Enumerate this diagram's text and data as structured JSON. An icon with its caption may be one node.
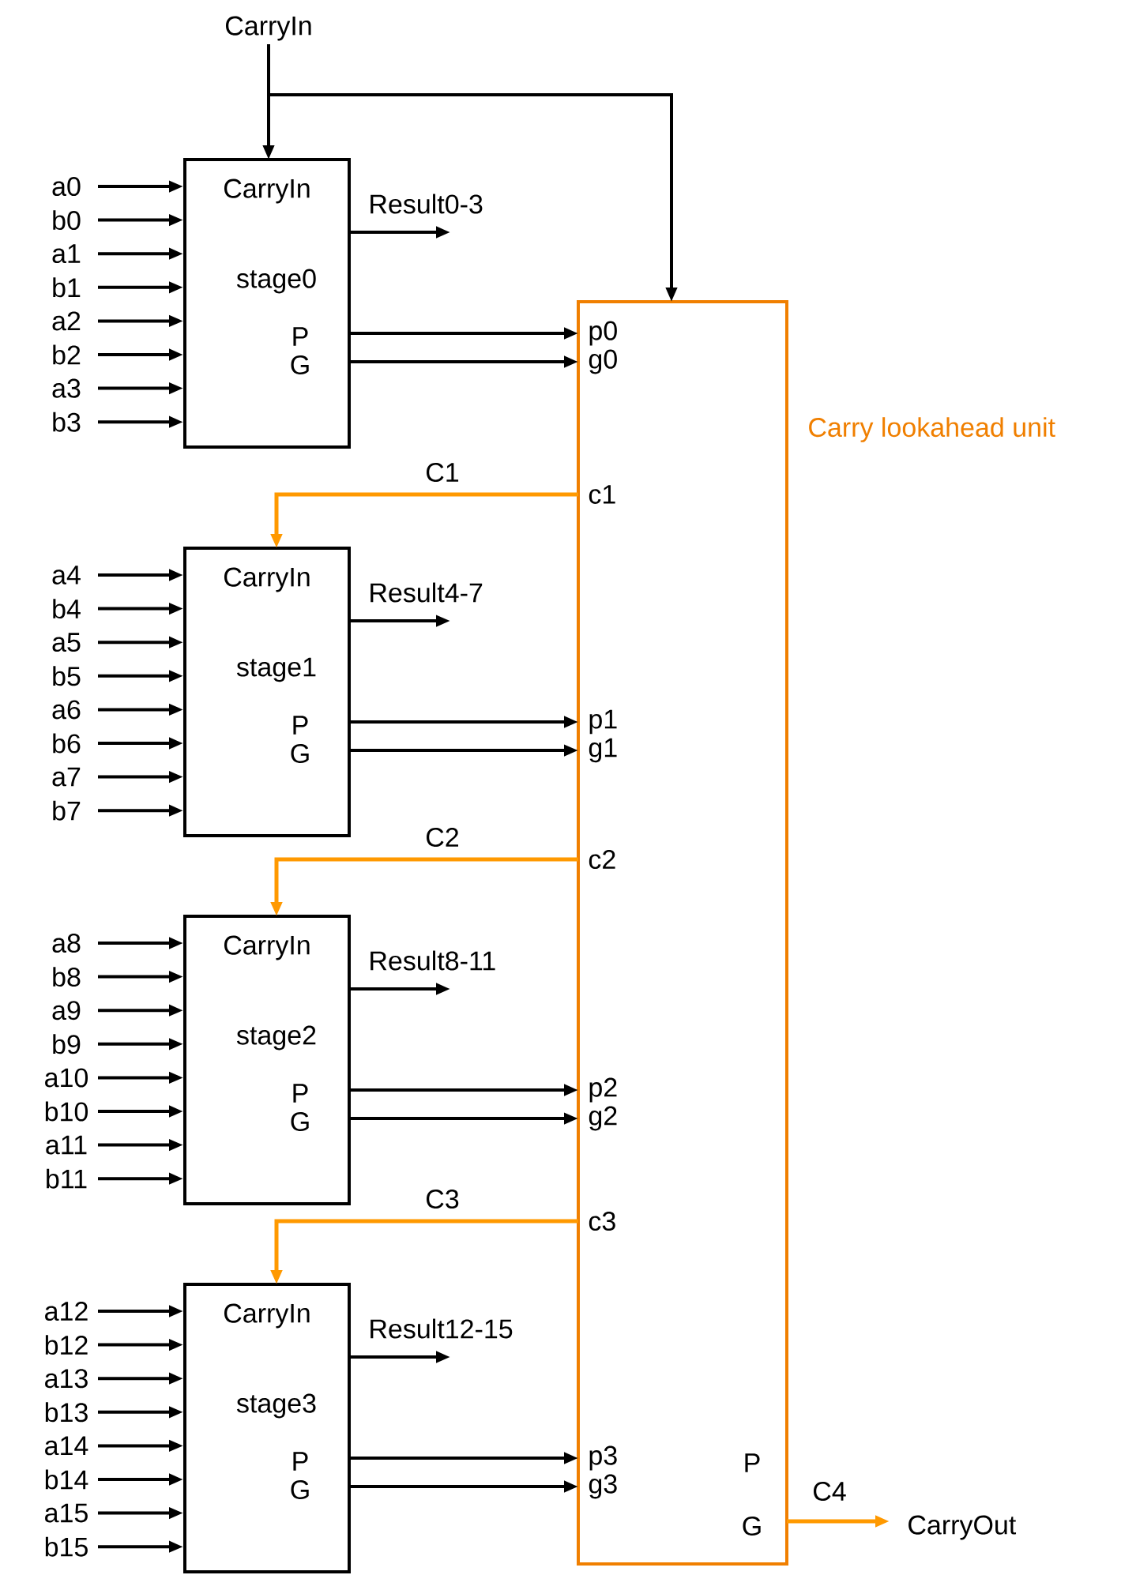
{
  "diagram": {
    "nodes": [
      {
        "text": [
          "CarryIn"
        ]
      },
      {
        "text": [
          "CarryIn",
          "stage0",
          "P",
          "G"
        ]
      },
      {
        "text": [
          "CarryIn",
          "stage1",
          "P",
          "G"
        ]
      },
      {
        "text": [
          "CarryIn",
          "stage2",
          "P",
          "G"
        ]
      },
      {
        "text": [
          "CarryIn",
          "stage3",
          "P",
          "G"
        ]
      },
      {
        "text": [
          "Carry lookahead unit",
          "p0",
          "g0",
          "c1",
          "p1",
          "g1",
          "c2",
          "p2",
          "g2",
          "c3",
          "p3",
          "g3",
          "P",
          "G"
        ]
      },
      {
        "text": [
          "CarryOut"
        ]
      },
      {
        "text": [
          "a0"
        ]
      },
      {
        "text": [
          "b0"
        ]
      },
      {
        "text": [
          "a1"
        ]
      },
      {
        "text": [
          "b1"
        ]
      },
      {
        "text": [
          "a2"
        ]
      },
      {
        "text": [
          "b2"
        ]
      },
      {
        "text": [
          "a3"
        ]
      },
      {
        "text": [
          "b3"
        ]
      },
      {
        "text": [
          "a4"
        ]
      },
      {
        "text": [
          "b4"
        ]
      },
      {
        "text": [
          "a5"
        ]
      },
      {
        "text": [
          "b5"
        ]
      },
      {
        "text": [
          "a6"
        ]
      },
      {
        "text": [
          "b6"
        ]
      },
      {
        "text": [
          "a7"
        ]
      },
      {
        "text": [
          "b7"
        ]
      },
      {
        "text": [
          "a8"
        ]
      },
      {
        "text": [
          "b8"
        ]
      },
      {
        "text": [
          "a9"
        ]
      },
      {
        "text": [
          "b9"
        ]
      },
      {
        "text": [
          "a10"
        ]
      },
      {
        "text": [
          "b10"
        ]
      },
      {
        "text": [
          "a11"
        ]
      },
      {
        "text": [
          "b11"
        ]
      },
      {
        "text": [
          "a12"
        ]
      },
      {
        "text": [
          "b12"
        ]
      },
      {
        "text": [
          "a13"
        ]
      },
      {
        "text": [
          "b13"
        ]
      },
      {
        "text": [
          "a14"
        ]
      },
      {
        "text": [
          "b14"
        ]
      },
      {
        "text": [
          "a15"
        ]
      },
      {
        "text": [
          "b15"
        ]
      }
    ],
    "edges": [
      {
        "from": 0,
        "to": 1,
        "arrow": "to"
      },
      {
        "from": 0,
        "to": 5,
        "arrow": "to"
      },
      {
        "from": 1,
        "to": null,
        "arrow": "to",
        "label": "Result0-3"
      },
      {
        "from": 1,
        "to": 5,
        "arrow": "to"
      },
      {
        "from": 1,
        "to": 5,
        "arrow": "to"
      },
      {
        "from": 5,
        "to": 2,
        "arrow": "to",
        "label": "C1",
        "color": "#ff9900"
      },
      {
        "from": 2,
        "to": null,
        "arrow": "to",
        "label": "Result4-7"
      },
      {
        "from": 2,
        "to": 5,
        "arrow": "to"
      },
      {
        "from": 2,
        "to": 5,
        "arrow": "to"
      },
      {
        "from": 5,
        "to": 3,
        "arrow": "to",
        "label": "C2",
        "color": "#ff9900"
      },
      {
        "from": 3,
        "to": null,
        "arrow": "to",
        "label": "Result8-11"
      },
      {
        "from": 3,
        "to": 5,
        "arrow": "to"
      },
      {
        "from": 3,
        "to": 5,
        "arrow": "to"
      },
      {
        "from": 5,
        "to": 4,
        "arrow": "to",
        "label": "C3",
        "color": "#ff9900"
      },
      {
        "from": 4,
        "to": null,
        "arrow": "to",
        "label": "Result12-15"
      },
      {
        "from": 4,
        "to": 5,
        "arrow": "to"
      },
      {
        "from": 4,
        "to": 5,
        "arrow": "to"
      },
      {
        "from": 5,
        "to": 6,
        "arrow": "to",
        "label": "C4",
        "color": "#ff9900"
      },
      {
        "from": 7,
        "to": 1,
        "arrow": "to"
      },
      {
        "from": 8,
        "to": 1,
        "arrow": "to"
      },
      {
        "from": 9,
        "to": 1,
        "arrow": "to"
      },
      {
        "from": 10,
        "to": 1,
        "arrow": "to"
      },
      {
        "from": 11,
        "to": 1,
        "arrow": "to"
      },
      {
        "from": 12,
        "to": 1,
        "arrow": "to"
      },
      {
        "from": 13,
        "to": 1,
        "arrow": "to"
      },
      {
        "from": 14,
        "to": 1,
        "arrow": "to"
      },
      {
        "from": 15,
        "to": 2,
        "arrow": "to"
      },
      {
        "from": 16,
        "to": 2,
        "arrow": "to"
      },
      {
        "from": 17,
        "to": 2,
        "arrow": "to"
      },
      {
        "from": 18,
        "to": 2,
        "arrow": "to"
      },
      {
        "from": 19,
        "to": 2,
        "arrow": "to"
      },
      {
        "from": 20,
        "to": 2,
        "arrow": "to"
      },
      {
        "from": 21,
        "to": 2,
        "arrow": "to"
      },
      {
        "from": 22,
        "to": 2,
        "arrow": "to"
      },
      {
        "from": 23,
        "to": 3,
        "arrow": "to"
      },
      {
        "from": 24,
        "to": 3,
        "arrow": "to"
      },
      {
        "from": 25,
        "to": 3,
        "arrow": "to"
      },
      {
        "from": 26,
        "to": 3,
        "arrow": "to"
      },
      {
        "from": 27,
        "to": 3,
        "arrow": "to"
      },
      {
        "from": 28,
        "to": 3,
        "arrow": "to"
      },
      {
        "from": 29,
        "to": 3,
        "arrow": "to"
      },
      {
        "from": 30,
        "to": 3,
        "arrow": "to"
      },
      {
        "from": 31,
        "to": 4,
        "arrow": "to"
      },
      {
        "from": 32,
        "to": 4,
        "arrow": "to"
      },
      {
        "from": 33,
        "to": 4,
        "arrow": "to"
      },
      {
        "from": 34,
        "to": 4,
        "arrow": "to"
      },
      {
        "from": 35,
        "to": 4,
        "arrow": "to"
      },
      {
        "from": 36,
        "to": 4,
        "arrow": "to"
      },
      {
        "from": 37,
        "to": 4,
        "arrow": "to"
      },
      {
        "from": 38,
        "to": 4,
        "arrow": "to"
      }
    ]
  }
}
